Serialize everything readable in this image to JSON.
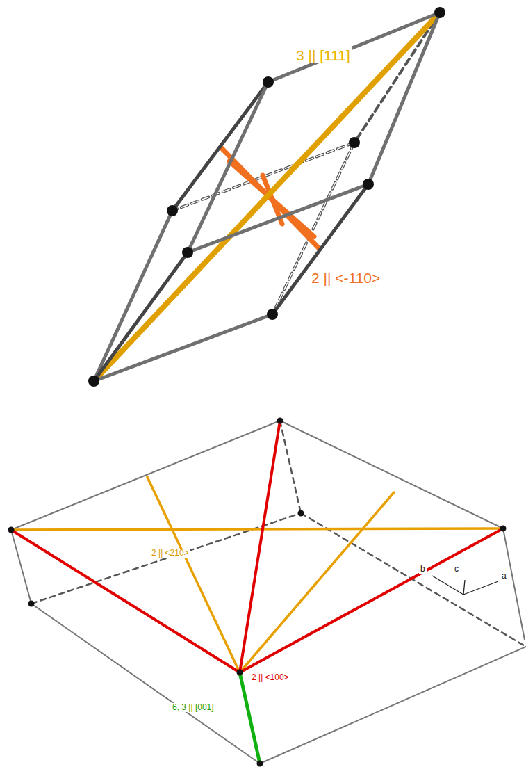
{
  "diagram": {
    "labels": [
      "3 || [111]",
      "2 || <-110>",
      "2 || <210>",
      "2 || <100>",
      "6, 3 || [001]",
      "b",
      "c",
      "a"
    ]
  }
}
